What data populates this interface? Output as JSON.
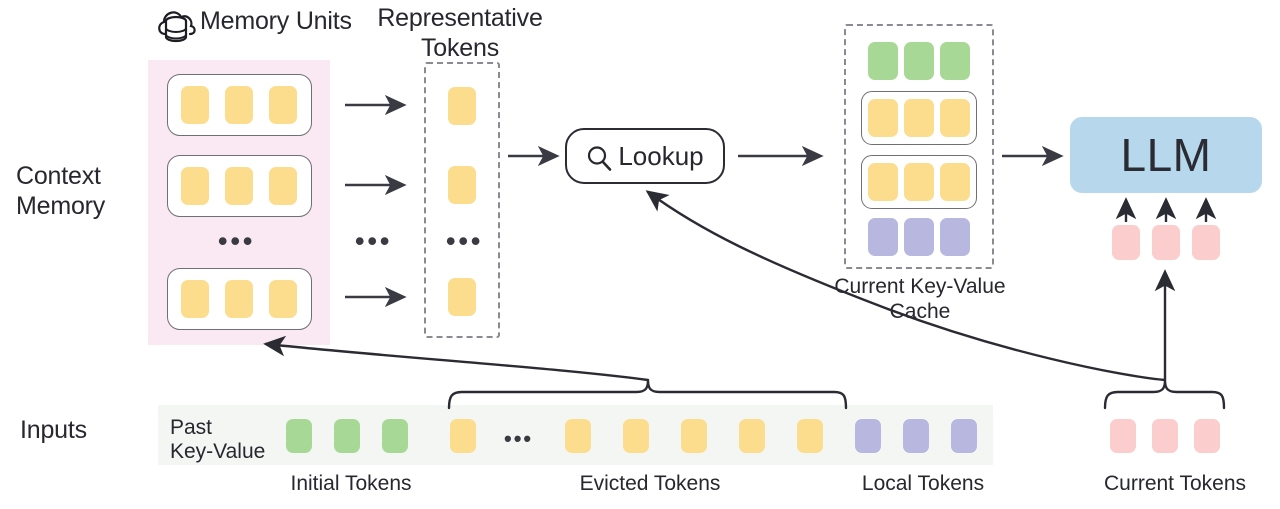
{
  "diagram": {
    "title_icon": "cloud-database-icon",
    "row_labels": {
      "context_memory": "Context\nMemory",
      "inputs": "Inputs"
    },
    "headings": {
      "memory_units": "Memory Units",
      "representative_tokens": "Representative\nTokens",
      "current_kv_cache": "Current Key-Value\nCache"
    },
    "lookup": {
      "label": "Lookup",
      "icon": "magnifier-icon"
    },
    "llm": {
      "label": "LLM"
    },
    "past_key_value_label": "Past\nKey-Value",
    "bottom_group_labels": [
      "Initial Tokens",
      "Evicted Tokens",
      "Local Tokens",
      "Current Tokens"
    ],
    "ellipsis": "•••",
    "memory_units": [
      {
        "tokens": [
          "yellow",
          "yellow",
          "yellow"
        ]
      },
      {
        "tokens": [
          "yellow",
          "yellow",
          "yellow"
        ]
      },
      {
        "tokens": [
          "yellow",
          "yellow",
          "yellow"
        ]
      }
    ],
    "representative_tokens": [
      "yellow",
      "yellow",
      "yellow"
    ],
    "kv_cache_rows": [
      {
        "color": "green",
        "count": 3,
        "boxed": false
      },
      {
        "color": "yellow",
        "count": 3,
        "boxed": true
      },
      {
        "color": "yellow",
        "count": 3,
        "boxed": true
      },
      {
        "color": "purple",
        "count": 3,
        "boxed": false
      }
    ],
    "llm_input_tokens": [
      "pink",
      "pink",
      "pink"
    ],
    "input_sequence": [
      "green",
      "green",
      "green",
      "yellow",
      "ellipsis",
      "yellow",
      "yellow",
      "yellow",
      "yellow",
      "yellow",
      "purple",
      "purple",
      "purple"
    ],
    "current_tokens": [
      "pink",
      "pink",
      "pink"
    ],
    "colors": {
      "yellow": "#fcdd8e",
      "green": "#a8d895",
      "purple": "#b7b7df",
      "pink": "#fbcdcd",
      "llm_blue": "#b7d8ec",
      "context_memory_panel": "#fae9f2",
      "input_strip": "#f4f6f4",
      "stroke": "#2b2b33",
      "dashed_stroke": "#8a8a92",
      "text": "#27272e"
    }
  }
}
